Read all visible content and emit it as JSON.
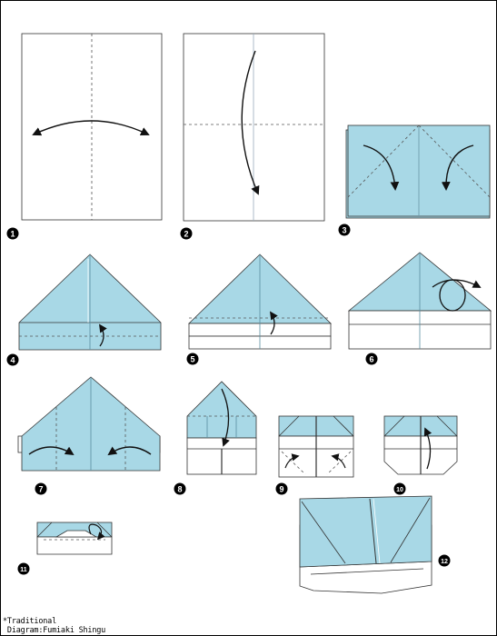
{
  "colors": {
    "paper_color": "#a8d8e6",
    "paper_back": "#ffffff",
    "line": "#333333",
    "badge": "#000000"
  },
  "steps": [
    {
      "number": "1",
      "icon": "step-1-badge"
    },
    {
      "number": "2",
      "icon": "step-2-badge"
    },
    {
      "number": "3",
      "icon": "step-3-badge"
    },
    {
      "number": "4",
      "icon": "step-4-badge"
    },
    {
      "number": "5",
      "icon": "step-5-badge"
    },
    {
      "number": "6",
      "icon": "step-6-badge"
    },
    {
      "number": "7",
      "icon": "step-7-badge"
    },
    {
      "number": "8",
      "icon": "step-8-badge"
    },
    {
      "number": "9",
      "icon": "step-9-badge"
    },
    {
      "number": "10",
      "icon": "step-10-badge"
    },
    {
      "number": "11",
      "icon": "step-11-badge"
    },
    {
      "number": "12",
      "icon": "step-12-badge"
    }
  ],
  "credits": {
    "line1": "*Traditional",
    "line2": " Diagram:Fumiaki Shingu"
  }
}
